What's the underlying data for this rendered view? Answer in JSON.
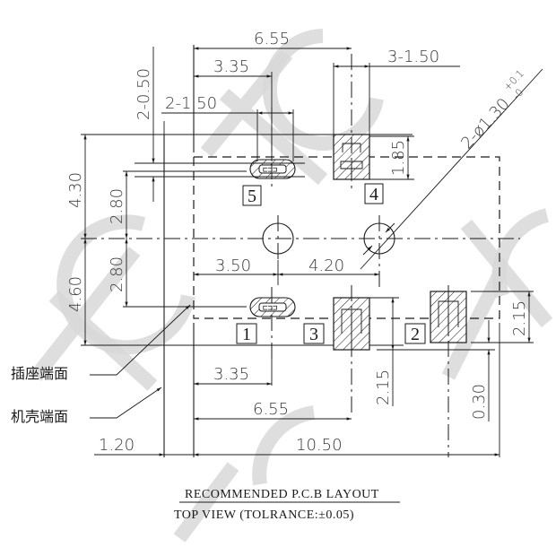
{
  "drawing": {
    "title": "RECOMMENDED P.C.B LAYOUT",
    "subtitle": "TOP VIEW (TOLRANCE:±0.05)",
    "watermark": "TIC",
    "units": "mm"
  },
  "reference_labels": {
    "socket_face": "插座端面",
    "housing_face": "机壳端面"
  },
  "pad_labels": {
    "pad1": "1",
    "pad2": "2",
    "pad3": "3",
    "pad4": "4",
    "pad5": "5"
  },
  "dimensions": {
    "top_655": "6.55",
    "top_335": "3.35",
    "slot_width": "2-1.50",
    "slot_height": "2-0.50",
    "pad_width": "3-1.50",
    "hole_diameter": "2-ø1.30",
    "hole_tol_plus": "+0.1",
    "hole_tol_minus": "-0",
    "pad4_height": "1.85",
    "left_430": "4.30",
    "left_460": "4.60",
    "left_280_upper": "2.80",
    "left_280_lower": "2.80",
    "hole1_x": "3.50",
    "hole_spacing": "4.20",
    "pad2_height": "2.15",
    "pad3_height": "2.15",
    "pad2_offset": "0.30",
    "bottom_335": "3.35",
    "bottom_655": "6.55",
    "overall_length": "10.50",
    "housing_offset": "1.20"
  }
}
